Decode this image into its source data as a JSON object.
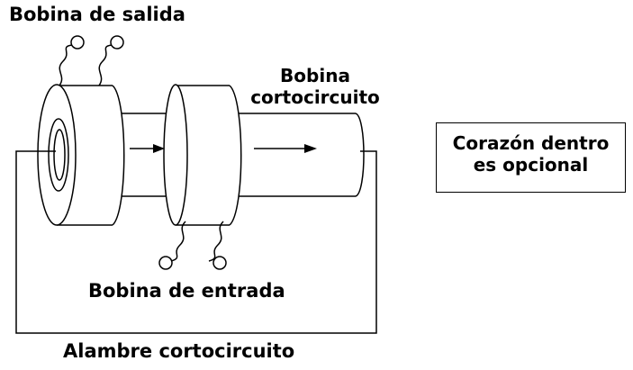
{
  "labels": {
    "output_coil": "Bobina de salida",
    "short_coil_line1": "Bobina",
    "short_coil_line2": "cortocircuito",
    "input_coil": "Bobina de entrada",
    "short_wire": "Alambre cortocircuito",
    "core_line1": "Corazón dentro",
    "core_line2": "es opcional"
  },
  "icons": {
    "flow_arrow": "arrow-right-icon",
    "terminal": "terminal-circle-icon"
  },
  "colors": {
    "ink": "#000000",
    "paper": "#ffffff"
  }
}
